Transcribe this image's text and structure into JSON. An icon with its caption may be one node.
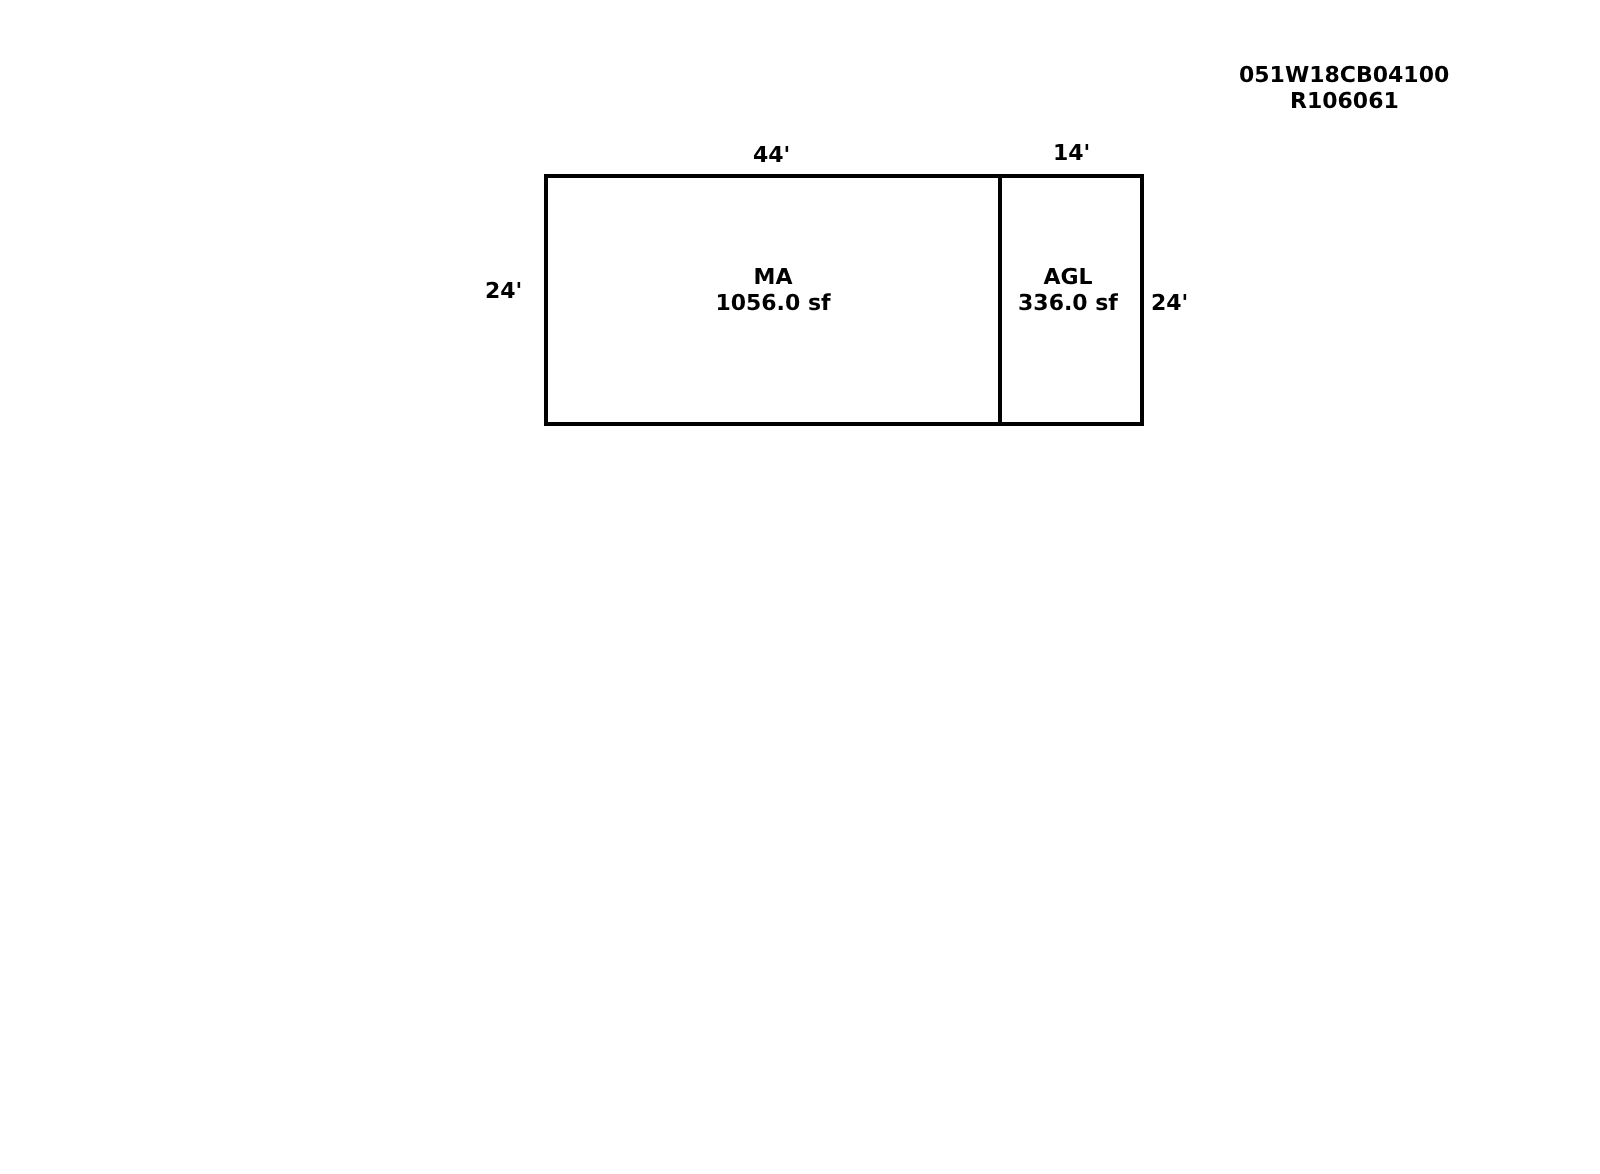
{
  "diagram": {
    "nodes": [
      {
        "text": [
          "MA",
          "1056.0 sf"
        ]
      },
      {
        "text": [
          "AGL",
          "336.0 sf"
        ]
      }
    ],
    "labels": [
      "051W18CB04100",
      "R106061",
      "44'",
      "14'",
      "24'",
      "24'"
    ]
  }
}
